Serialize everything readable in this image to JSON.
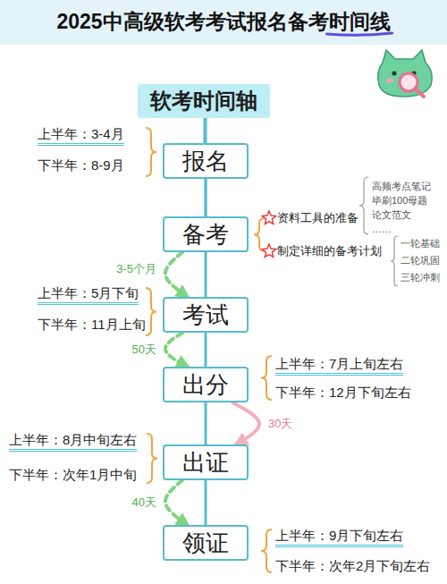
{
  "diagram": {
    "title": "2025中高级软考考试报名备考时间线",
    "nodes": [
      {
        "text": [
          "软考时间轴"
        ]
      },
      {
        "text": [
          "报名"
        ]
      },
      {
        "text": [
          "备考"
        ]
      },
      {
        "text": [
          "考试"
        ]
      },
      {
        "text": [
          "出分"
        ]
      },
      {
        "text": [
          "出证"
        ]
      },
      {
        "text": [
          "领证"
        ]
      }
    ],
    "edges": [
      {
        "from": 0,
        "to": 1,
        "arrow": "none"
      },
      {
        "from": 1,
        "to": 2,
        "arrow": "none"
      },
      {
        "from": 2,
        "to": 3,
        "label": "3-5个月",
        "arrow": "to"
      },
      {
        "from": 3,
        "to": 4,
        "label": "50天",
        "arrow": "to"
      },
      {
        "from": 4,
        "to": 5,
        "label": "30天",
        "arrow": "to"
      },
      {
        "from": 5,
        "to": 6,
        "label": "40天",
        "arrow": "to"
      }
    ],
    "labels": [
      "上半年：3-4月",
      "下半年：8-9月",
      "资料工具的准备",
      "高频考点笔记",
      "毕刷100母题",
      "论文范文",
      "……",
      "制定详细的备考计划",
      "一轮基础",
      "二轮巩固",
      "三轮冲刺",
      "上半年：5月下旬",
      "下半年：11月上旬",
      "上半年：7月上旬左右",
      "下半年：12月下旬左右",
      "上半年：8月中旬左右",
      "下半年：次年1月中旬",
      "上半年：9月下旬左右",
      "下半年：次年2月下旬左右"
    ]
  }
}
